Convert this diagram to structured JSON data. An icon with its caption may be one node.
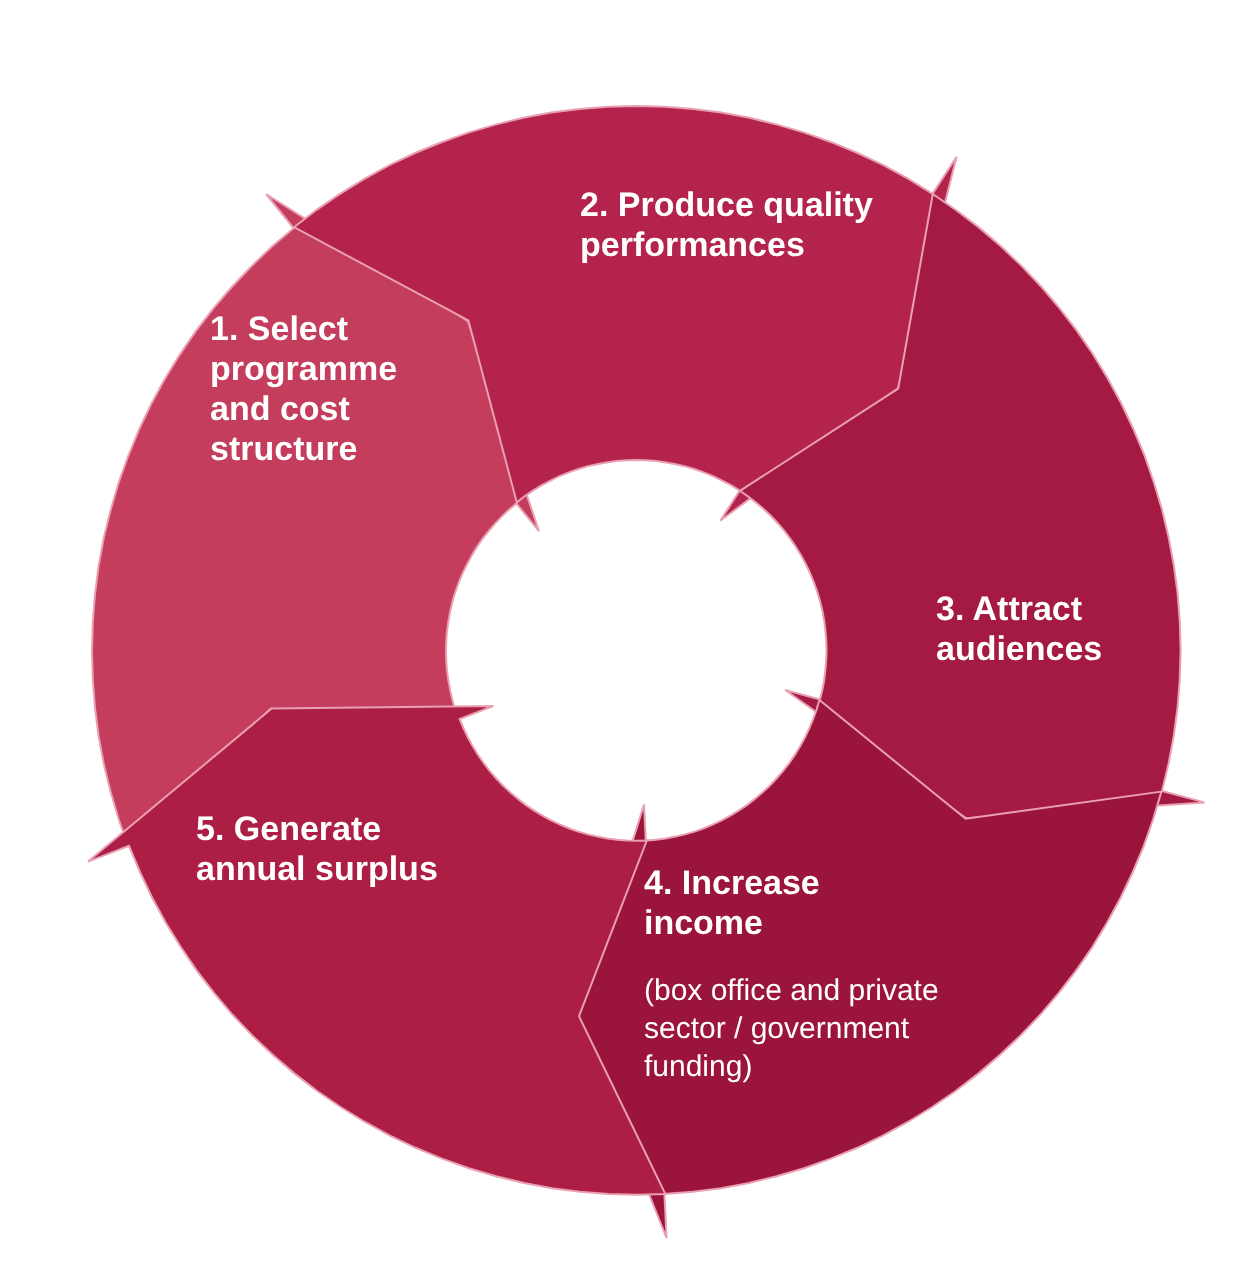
{
  "diagram": {
    "nodes": [
      {
        "text": [
          "1. Select programme and cost structure"
        ]
      },
      {
        "text": [
          "2. Produce quality performances"
        ]
      },
      {
        "text": [
          "3. Attract audiences"
        ]
      },
      {
        "text": [
          "4. Increase income",
          "(box office and private sector / government funding)"
        ]
      },
      {
        "text": [
          "5. Generate annual surplus"
        ]
      }
    ]
  }
}
